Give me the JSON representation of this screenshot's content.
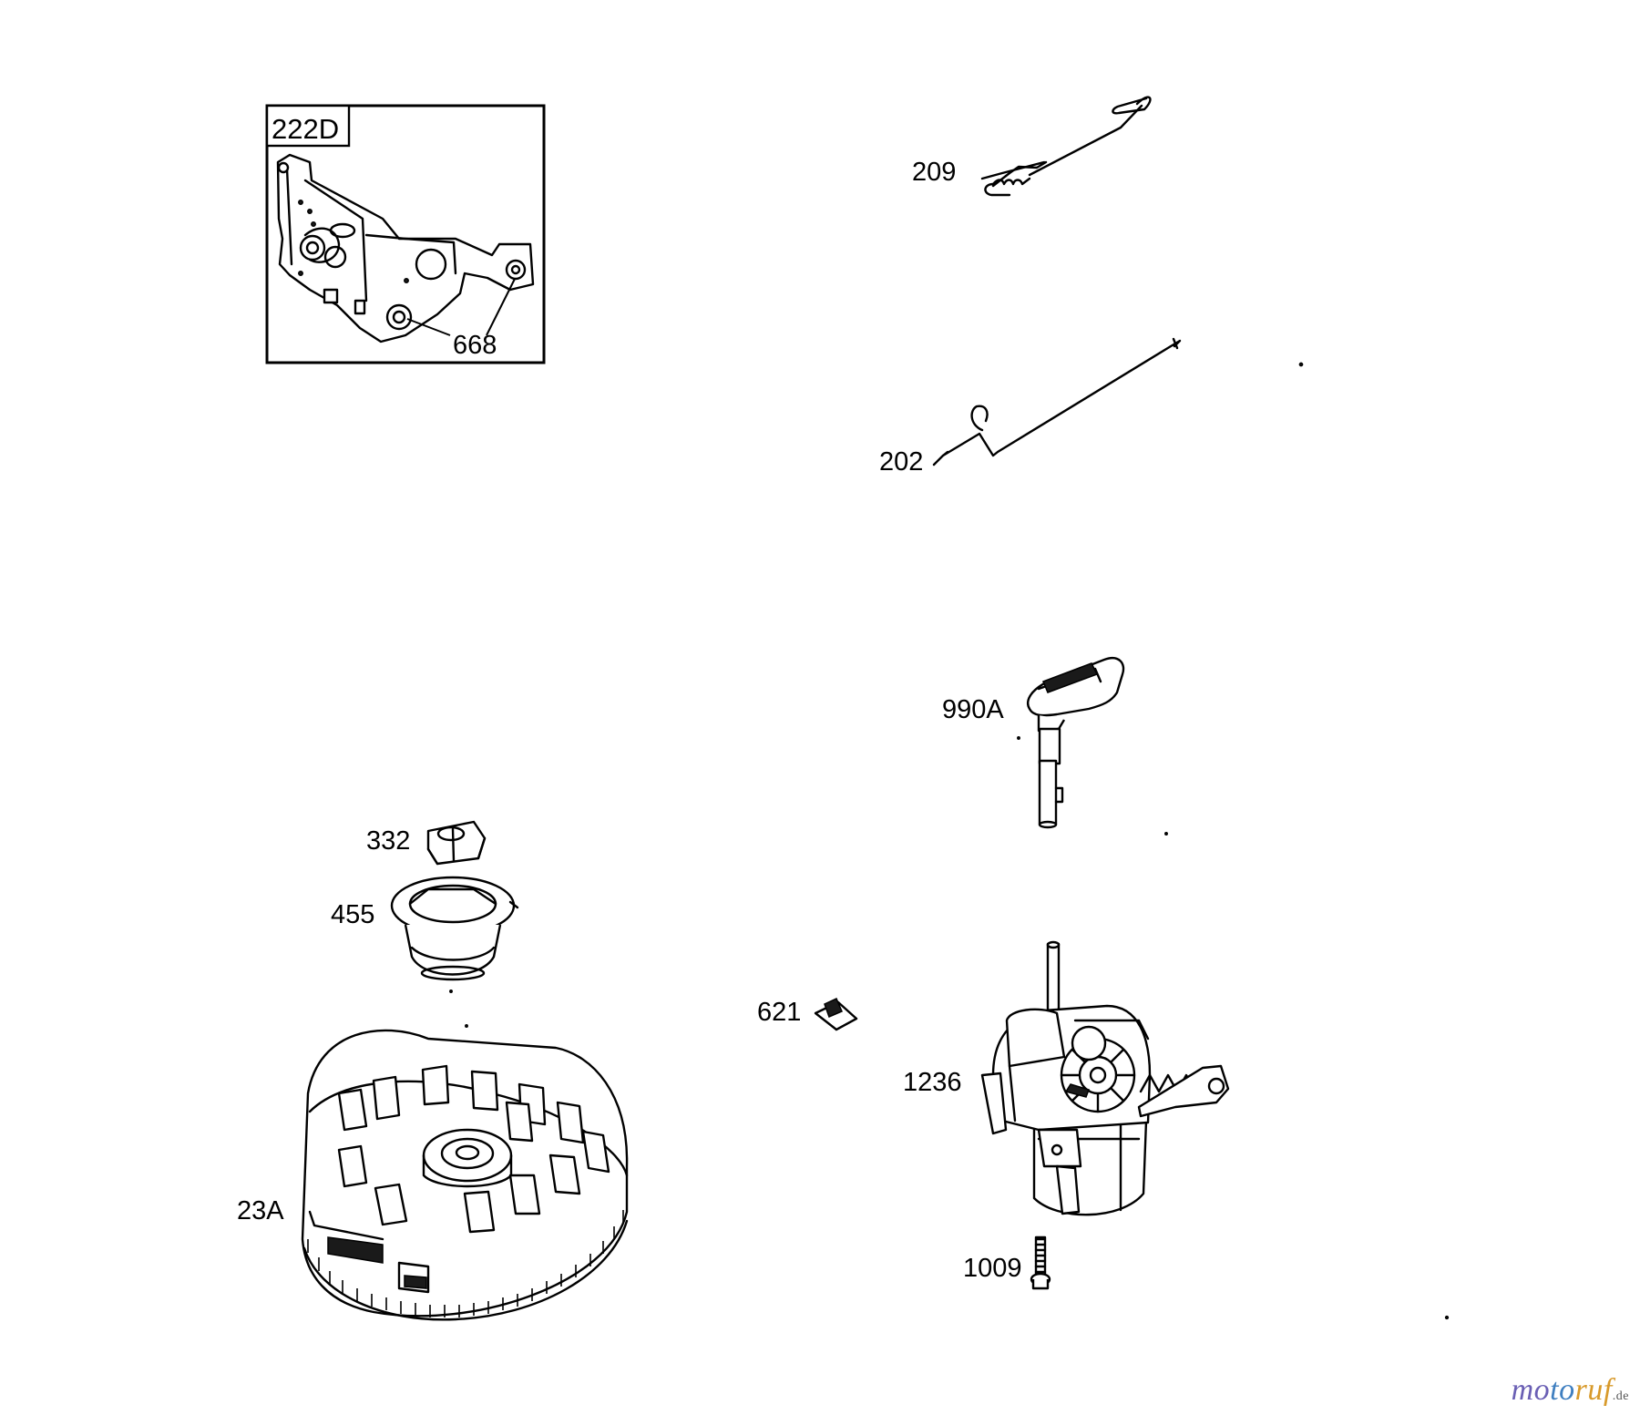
{
  "callouts": {
    "bracket_box": "222D",
    "bracket_bushing": "668",
    "spring": "209",
    "link": "202",
    "control_knob": "990A",
    "nut": "332",
    "cup": "455",
    "clip": "621",
    "starter": "1236",
    "screw": "1009",
    "flywheel": "23A"
  },
  "watermark": {
    "part1": "mo",
    "part2": "to",
    "part3": "ruf",
    "tld": ".de"
  }
}
